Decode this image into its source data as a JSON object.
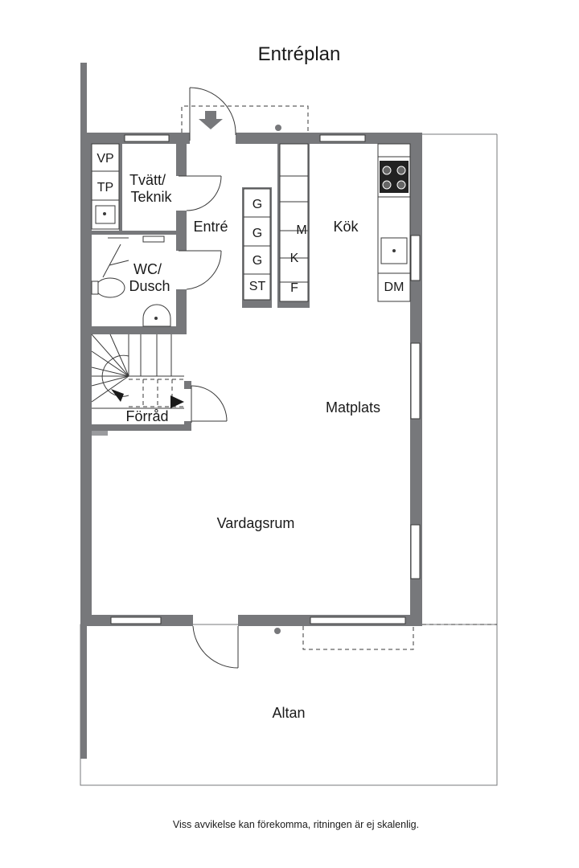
{
  "title": "Entréplan",
  "rooms": {
    "tvatt_line1": "Tvätt/",
    "tvatt_line2": "Teknik",
    "entre": "Entré",
    "kok": "Kök",
    "wc_line1": "WC/",
    "wc_line2": "Dusch",
    "matplats": "Matplats",
    "forrad": "Förråd",
    "vardagsrum": "Vardagsrum",
    "altan": "Altan"
  },
  "fixtures": {
    "vp": "VP",
    "tp": "TP",
    "g1": "G",
    "g2": "G",
    "g3": "G",
    "st": "ST",
    "m": "M",
    "k": "K",
    "f": "F",
    "dm": "DM"
  },
  "note": "Viss avvikelse kan förekomma, ritningen är ej skalenlig.",
  "colors": {
    "wall": "#77787b",
    "line": "#3a3a3a",
    "text": "#1a1a1a"
  }
}
